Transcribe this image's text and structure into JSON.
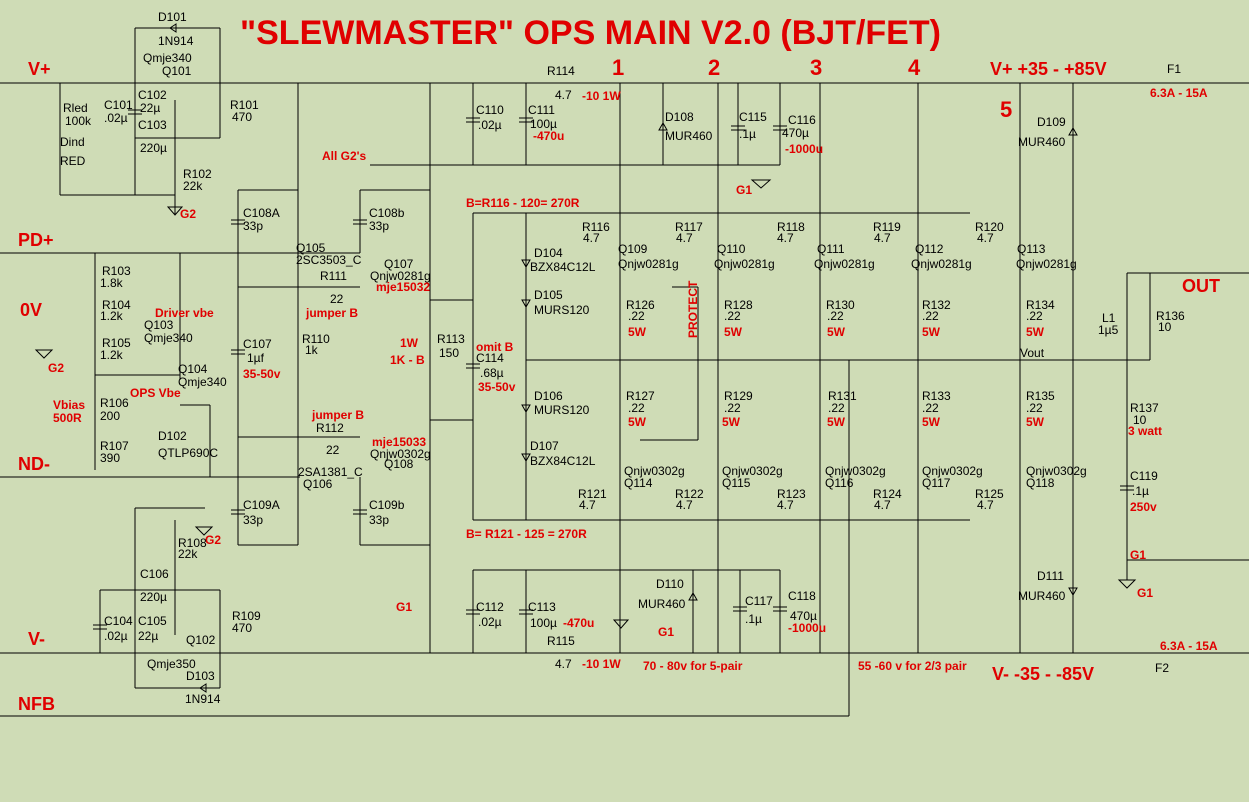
{
  "title": "\"SLEWMASTER\" OPS MAIN V2.0 (BJT/FET)",
  "rails": {
    "vplus": "V+",
    "vminus": "V-",
    "vplus_range": "V+ +35  -  +85V",
    "vminus_range": "V- -35 -  -85V",
    "f1": "F1",
    "f2": "F2",
    "fuse1": "6.3A - 15A",
    "fuse2": "6.3A - 15A"
  },
  "inputs": {
    "pd": "PD+",
    "zero": "0V",
    "nd": "ND-",
    "nfb": "NFB",
    "out": "OUT"
  },
  "pair_numbers": [
    "1",
    "2",
    "3",
    "4",
    "5"
  ],
  "labels": {
    "g1": "G1",
    "g2": "G2",
    "all_g2": "All G2's",
    "vout": "Vout",
    "protect": "PROTECT",
    "b_upper": "B=R116 - 120= 270R",
    "b_lower": "B= R121 - 125 = 270R",
    "pair_volt": "70 - 80v for 5-pair",
    "pair_volt2": "55 -60 v for 2/3 pair",
    "driver_vbe": "Driver vbe",
    "ops_vbe": "OPS Vbe",
    "vbias": "Vbias",
    "vbias_val": "500R",
    "jumper_b1": "jumper B",
    "jumper_b2": "jumper B",
    "mje15032": "mje15032",
    "mje15033": "mje15033",
    "omit_b": "omit B",
    "one_w": "1W",
    "onek_b": "1K - B",
    "three_watt": "3 watt",
    "v250": "250v",
    "v35_50a": "35-50v",
    "v35_50b": "35-50v",
    "r114_alt": "-10 1W",
    "r115_alt": "-10 1W",
    "c111_alt": "-470u",
    "c113_alt": "-470u",
    "c116_alt": "-1000u",
    "c118_alt": "-1000u"
  },
  "components": {
    "d101": "D101",
    "d101v": "1N914",
    "q101m": "Qmje340",
    "q101": "Q101",
    "rled": "Rled",
    "rledv": "100k",
    "c101": "C101",
    "c101v": ".02µ",
    "c102": "C102",
    "c102v": "22µ",
    "c103": "C103",
    "c103v": "220µ",
    "r101": "R101",
    "r101v": "470",
    "dind": "Dind",
    "dindv": "RED",
    "r102": "R102",
    "r102v": "22k",
    "c108a": "C108A",
    "c108av": "33p",
    "c108b": "C108b",
    "c108bv": "33p",
    "q105": "Q105",
    "q105m": "2SC3503_C",
    "q107": "Q107",
    "q107m": "Qnjw0281g",
    "r111": "R111",
    "r111v": "22",
    "r103": "R103",
    "r103v": "1.8k",
    "r104": "R104",
    "r104v": "1.2k",
    "r105": "R105",
    "r105v": "1.2k",
    "q103": "Q103",
    "q103m": "Qmje340",
    "q104": "Q104",
    "q104m": "Qmje340",
    "r106": "R106",
    "r106v": "200",
    "r107": "R107",
    "r107v": "390",
    "d102": "D102",
    "d102v": "QTLP690C",
    "c107": "C107",
    "c107v": "1µf",
    "r110": "R110",
    "r110v": "1k",
    "r112": "R112",
    "r112v": "22",
    "q106": "Q106",
    "q106m": "2SA1381_C",
    "q108": "Q108",
    "q108m": "Qnjw0302g",
    "c109a": "C109A",
    "c109av": "33p",
    "c109b": "C109b",
    "c109bv": "33p",
    "r113": "R113",
    "r113v": "150",
    "c114": "C114",
    "c114v": ".68µ",
    "r108": "R108",
    "r108v": "22k",
    "c106": "C106",
    "c106v": "220µ",
    "c104": "C104",
    "c104v": ".02µ",
    "c105": "C105",
    "c105v": "22µ",
    "q102": "Q102",
    "q102m": "Qmje350",
    "r109": "R109",
    "r109v": "470",
    "d103": "D103",
    "d103v": "1N914",
    "r114": "R114",
    "r114v": "4.7",
    "c110": "C110",
    "c110v": ".02µ",
    "c111": "C111",
    "c111v": "100µ",
    "d108": "D108",
    "d108v": "MUR460",
    "c115": "C115",
    "c115v": ".1µ",
    "c116": "C116",
    "c116v": "470µ",
    "r115": "R115",
    "r115v": "4.7",
    "c112": "C112",
    "c112v": ".02µ",
    "c113": "C113",
    "c113v": "100µ",
    "d110": "D110",
    "d110v": "MUR460",
    "c117": "C117",
    "c117v": ".1µ",
    "c118": "C118",
    "c118v": "470µ",
    "d104": "D104",
    "d104v": "BZX84C12L",
    "d105": "D105",
    "d105v": "MURS120",
    "d106": "D106",
    "d106v": "MURS120",
    "d107": "D107",
    "d107v": "BZX84C12L",
    "d109": "D109",
    "d109v": "MUR460",
    "d111": "D111",
    "d111v": "MUR460",
    "l1": "L1",
    "l1v": "1µ5",
    "r136": "R136",
    "r136v": "10",
    "r137": "R137",
    "r137v": "10",
    "c119": "C119",
    "c119v": ".1µ"
  },
  "upper_pairs": [
    {
      "rb": "R116",
      "rbv": "4.7",
      "q": "Q109",
      "qm": "Qnjw0281g",
      "re": "R126",
      "rev": ".22",
      "w": "5W"
    },
    {
      "rb": "R117",
      "rbv": "4.7",
      "q": "Q110",
      "qm": "Qnjw0281g",
      "re": "R128",
      "rev": ".22",
      "w": "5W"
    },
    {
      "rb": "R118",
      "rbv": "4.7",
      "q": "Q111",
      "qm": "Qnjw0281g",
      "re": "R130",
      "rev": ".22",
      "w": "5W"
    },
    {
      "rb": "R119",
      "rbv": "4.7",
      "q": "Q112",
      "qm": "Qnjw0281g",
      "re": "R132",
      "rev": ".22",
      "w": "5W"
    },
    {
      "rb": "R120",
      "rbv": "4.7",
      "q": "Q113",
      "qm": "Qnjw0281g",
      "re": "R134",
      "rev": ".22",
      "w": "5W"
    }
  ],
  "lower_pairs": [
    {
      "rb": "R121",
      "rbv": "4.7",
      "q": "Q114",
      "qm": "Qnjw0302g",
      "re": "R127",
      "rev": ".22",
      "w": "5W"
    },
    {
      "rb": "R122",
      "rbv": "4.7",
      "q": "Q115",
      "qm": "Qnjw0302g",
      "re": "R129",
      "rev": ".22",
      "w": "5W"
    },
    {
      "rb": "R123",
      "rbv": "4.7",
      "q": "Q116",
      "qm": "Qnjw0302g",
      "re": "R131",
      "rev": ".22",
      "w": "5W"
    },
    {
      "rb": "R124",
      "rbv": "4.7",
      "q": "Q117",
      "qm": "Qnjw0302g",
      "re": "R133",
      "rev": ".22",
      "w": "5W"
    },
    {
      "rb": "R125",
      "rbv": "4.7",
      "q": "Q118",
      "qm": "Qnjw0302g",
      "re": "R135",
      "rev": ".22",
      "w": "5W"
    }
  ]
}
